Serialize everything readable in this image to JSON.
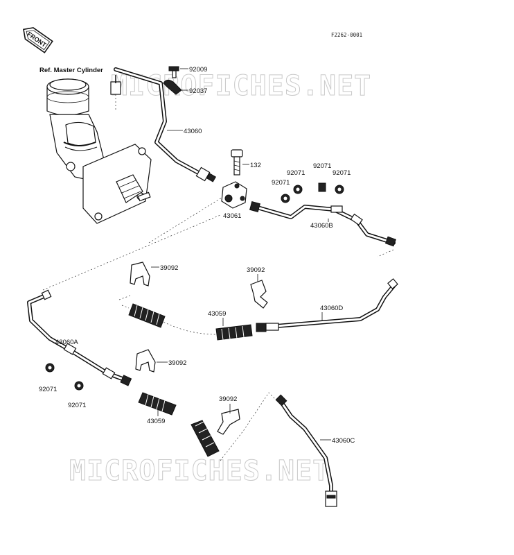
{
  "figure_code": "F2262-0001",
  "front_badge": "FRONT",
  "reference_label": "Ref. Master Cylinder",
  "watermark": "MICROFICHES.NET",
  "part_labels": {
    "p92009": "92009",
    "p92037": "92037",
    "p43060": "43060",
    "p132": "132",
    "p92071_a": "92071",
    "p92071_b": "92071",
    "p92071_c": "92071",
    "p92071_d": "92071",
    "p43061": "43061",
    "p43060B": "43060B",
    "p39092_a": "39092",
    "p39092_b": "39092",
    "p39092_c": "39092",
    "p39092_d": "39092",
    "p43059_a": "43059",
    "p43059_b": "43059",
    "p43060D": "43060D",
    "p43060A": "43060A",
    "p92071_e": "92071",
    "p92071_f": "92071",
    "p43060C": "43060C"
  },
  "colors": {
    "ink": "#111111",
    "watermark": "#c9c9c9",
    "background": "#ffffff"
  }
}
